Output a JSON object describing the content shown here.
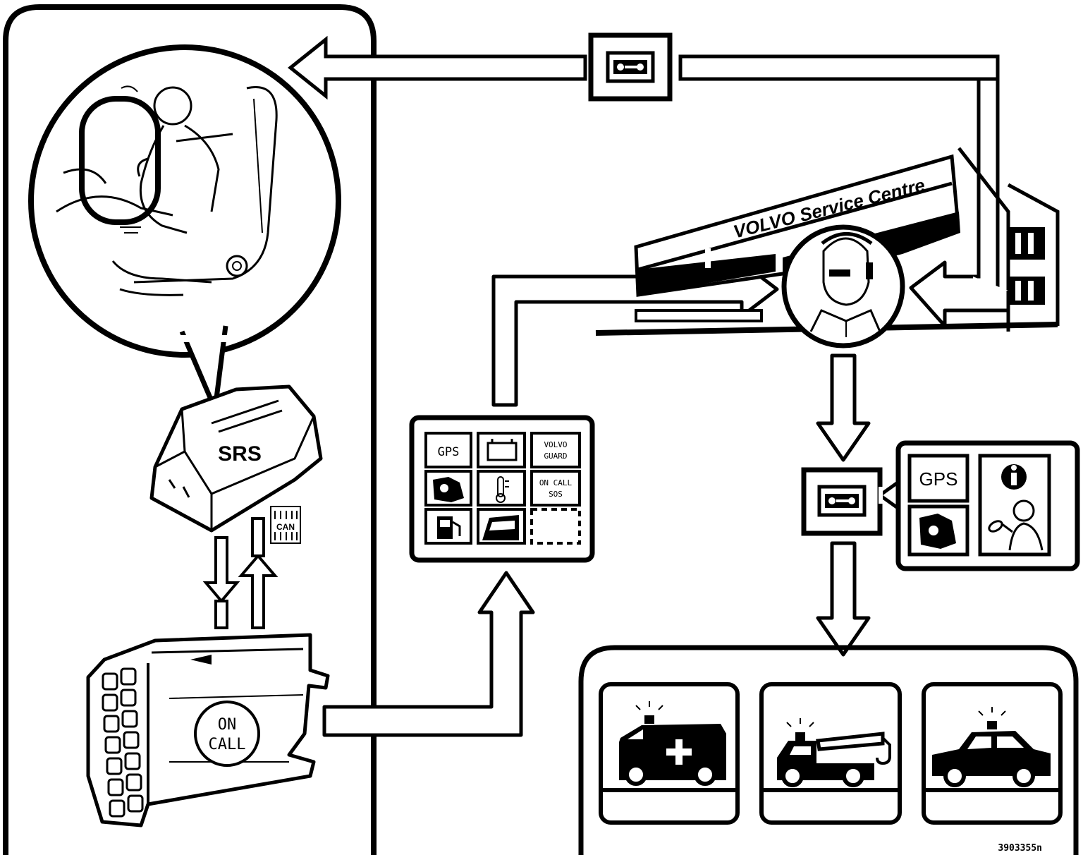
{
  "srs_module": {
    "label": "SRS"
  },
  "can_bus": {
    "line1": "CAN"
  },
  "on_call_unit": {
    "line1": "ON",
    "line2": "CALL"
  },
  "vehicle_status_panel": {
    "gps": "GPS",
    "volvo_guard_line1": "VOLVO",
    "volvo_guard_line2": "GUARD",
    "on_call_line1": "ON CALL",
    "on_call_line2": "SOS"
  },
  "service_centre": {
    "sign": "VOLVO Service Centre"
  },
  "dispatch_panel": {
    "gps": "GPS"
  },
  "figure_code": "3903355n",
  "icons": [
    "airbag-deploy-icon",
    "srs-module-icon",
    "on-call-unit-icon",
    "car-key-icon",
    "battery-icon",
    "alarm-icon",
    "thermometer-icon",
    "fuel-icon",
    "car-door-icon",
    "operator-headset-icon",
    "information-icon",
    "ambulance-icon",
    "tow-truck-icon",
    "police-car-icon"
  ]
}
